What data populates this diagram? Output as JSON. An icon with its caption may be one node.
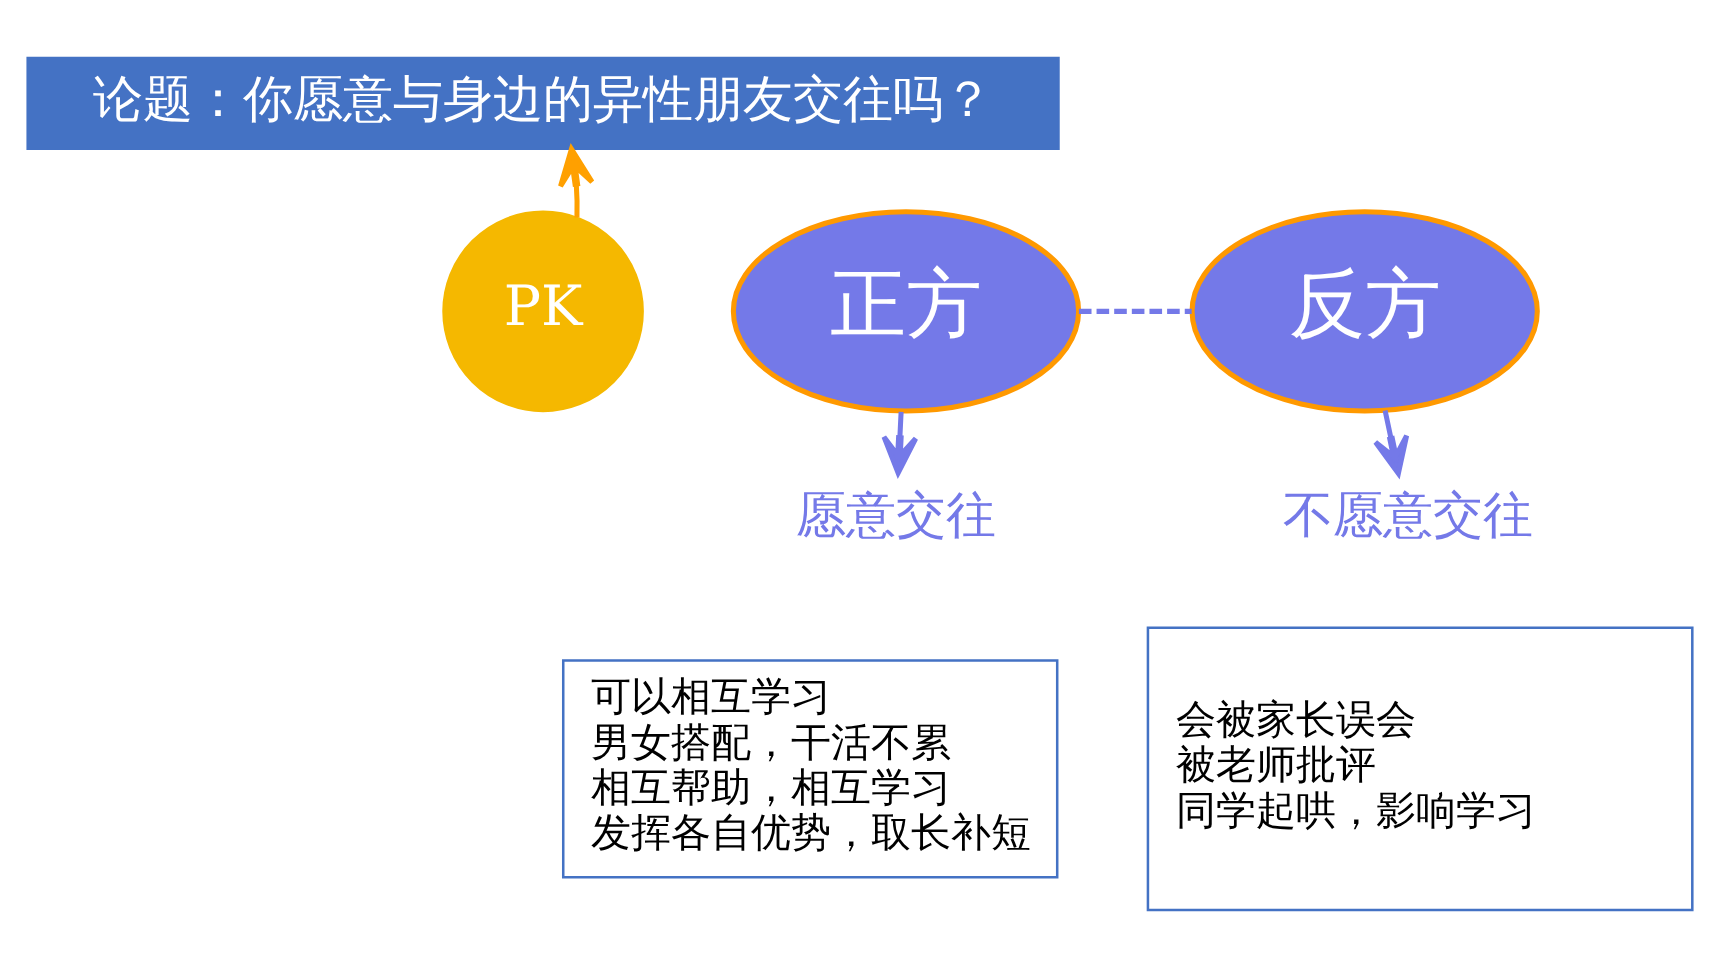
{
  "diagram": {
    "nodes": [
      {
        "text": [
          "论题：你愿意与身边的异性朋友交往吗？"
        ]
      },
      {
        "text": [
          "正方"
        ]
      },
      {
        "text": [
          "PK"
        ]
      },
      {
        "text": [
          "反方"
        ]
      },
      {
        "text": [
          "愿意交往"
        ]
      },
      {
        "text": [
          "不愿意交往"
        ]
      },
      {
        "text": [
          "可以相互学习",
          "男女搭配，干活不累",
          "相互帮助，相互学习",
          "发挥各自优势，取长补短"
        ]
      },
      {
        "text": [
          "会被家长误会",
          "被老师批评",
          "同学起哄，影响学习"
        ]
      }
    ],
    "edges": [
      {
        "from": 2,
        "to": 0,
        "arrow": "to",
        "color": "#ffa000"
      },
      {
        "from": 1,
        "to": 3,
        "arrow": "none",
        "style": "dashed"
      },
      {
        "from": 1,
        "to": 4,
        "arrow": "to"
      },
      {
        "from": 3,
        "to": 5,
        "arrow": "to"
      }
    ]
  }
}
